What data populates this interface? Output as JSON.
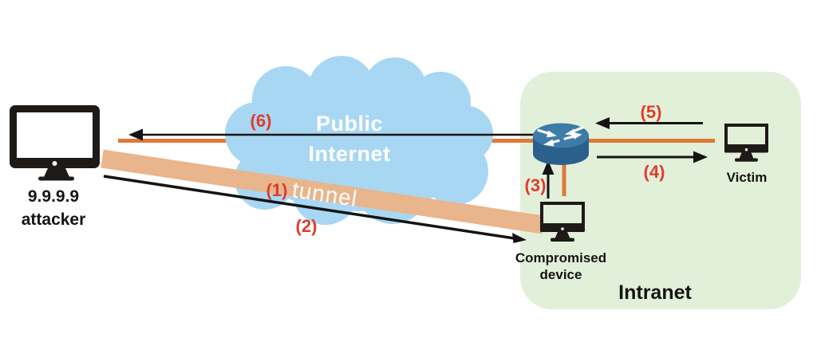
{
  "attacker": {
    "ip": "9.9.9.9",
    "label": "attacker"
  },
  "cloud": {
    "label_line1": "Public",
    "label_line2": "Internet"
  },
  "tunnel": {
    "label": "tunnel"
  },
  "steps": {
    "s1": "(1)",
    "s2": "(2)",
    "s3": "(3)",
    "s4": "(4)",
    "s5": "(5)",
    "s6": "(6)"
  },
  "intranet": {
    "label": "Intranet",
    "victim": {
      "label": "Victim"
    },
    "compromised": {
      "label_line1": "Compromised",
      "label_line2": "device"
    }
  },
  "colors": {
    "background": "#FFFFFF",
    "cloud_fill": "#A8D7F3",
    "cloud_text": "#FFFFFF",
    "intranet_fill": "#E2F0DA",
    "tunnel_band": "#E9B58C",
    "tunnel_text": "#FFFFFF",
    "orange_line": "#DE7939",
    "step_red": "#E03C2C",
    "router_top": "#3D7CA8",
    "router_body": "#2B5F8C",
    "router_arrows": "#FFFFFF",
    "device_dark": "#1E1A17",
    "screen_white": "#FFFFFF",
    "diagram_black": "#141414"
  }
}
